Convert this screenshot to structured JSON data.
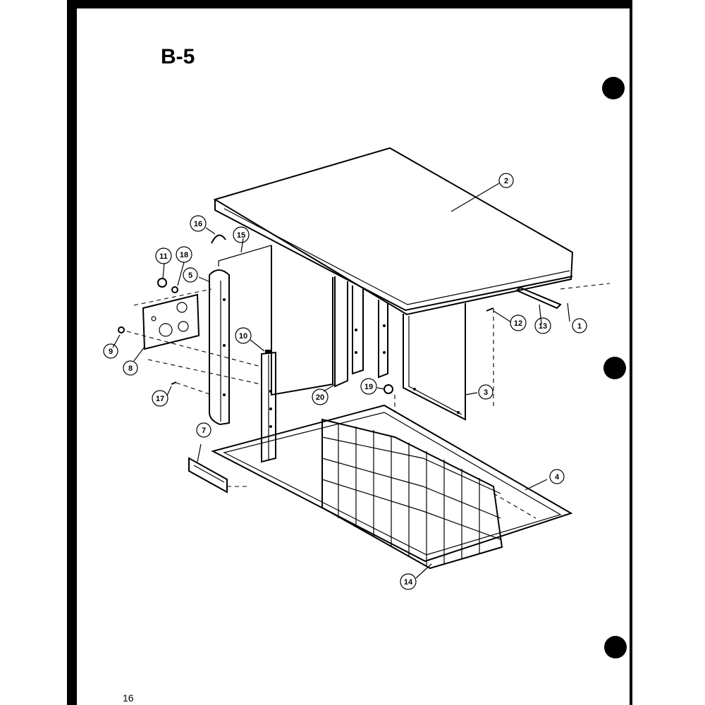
{
  "diagram": {
    "title": "B-5",
    "page_number": "16",
    "callouts": [
      {
        "id": "1",
        "label": "1"
      },
      {
        "id": "2",
        "label": "2"
      },
      {
        "id": "3",
        "label": "3"
      },
      {
        "id": "4",
        "label": "4"
      },
      {
        "id": "5",
        "label": "5"
      },
      {
        "id": "7",
        "label": "7"
      },
      {
        "id": "8",
        "label": "8"
      },
      {
        "id": "9",
        "label": "9"
      },
      {
        "id": "10",
        "label": "10"
      },
      {
        "id": "11",
        "label": "11"
      },
      {
        "id": "12",
        "label": "12"
      },
      {
        "id": "13",
        "label": "13"
      },
      {
        "id": "14",
        "label": "14"
      },
      {
        "id": "15",
        "label": "15"
      },
      {
        "id": "16",
        "label": "16"
      },
      {
        "id": "17",
        "label": "17"
      },
      {
        "id": "18",
        "label": "18"
      },
      {
        "id": "19",
        "label": "19"
      },
      {
        "id": "20",
        "label": "20"
      }
    ]
  }
}
